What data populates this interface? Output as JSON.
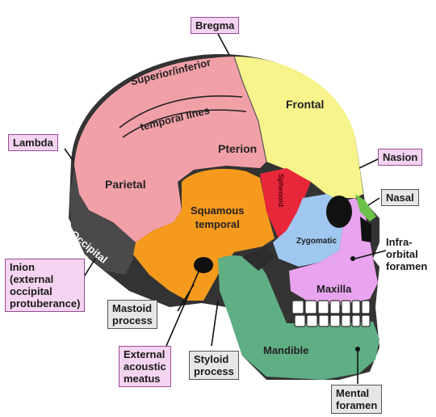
{
  "labels": {
    "bregma": "Bregma",
    "lambda": "Lambda",
    "nasion": "Nasion",
    "nasal": "Nasal",
    "infra_orbital_foramen": "Infra-\norbital\nforamen",
    "inion": "Inion\n(external\noccipital\nprotuberance)",
    "mastoid_process": "Mastoid\nprocess",
    "external_acoustic_meatus": "External\nacoustic\nmeatus",
    "styloid_process": "Styloid\nprocess",
    "mental_foramen": "Mental\nforamen"
  },
  "regions": {
    "superior_inferior": "Superior/inferior",
    "temporal_lines": "temporal lines",
    "frontal": "Frontal",
    "pterion": "Pterion",
    "parietal": "Parietal",
    "sphenoid": "Sphenoid",
    "squamous_temporal": "Squamous\ntemporal",
    "zygomatic": "Zygomatic",
    "occipital": "Occipital",
    "maxilla": "Maxilla",
    "mandible": "Mandible"
  },
  "colors": {
    "parietal": "#f2a0a8",
    "frontal": "#f6f48a",
    "temporal": "#f59a1c",
    "sphenoid": "#e8283a",
    "zygomatic": "#9fc7f0",
    "maxilla": "#e9a4ef",
    "mandible": "#5fae84",
    "occipital": "#4a4a4a",
    "nasal": "#6cc04a",
    "label_pink_bg": "#f4d4f0",
    "label_grey_bg": "#e6e6e6"
  }
}
